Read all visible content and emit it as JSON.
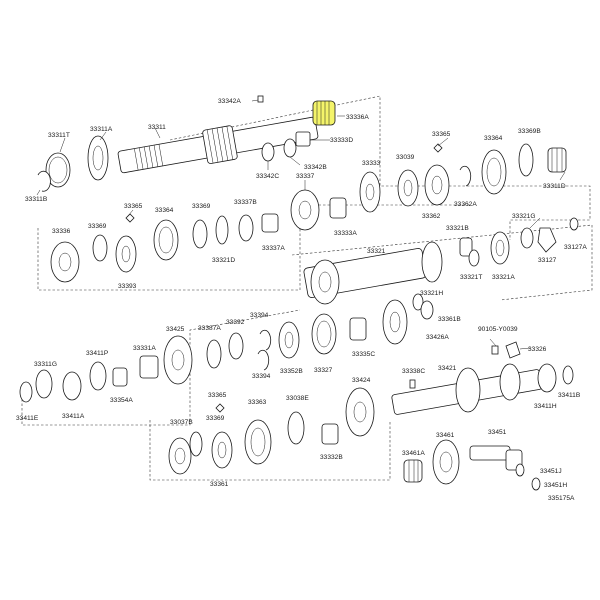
{
  "colors": {
    "background": "#ffffff",
    "line": "#1a1a1a",
    "highlight": "#f4f46a"
  },
  "highlighted_part": "33336A",
  "figure_code": "335175A",
  "labels": {
    "l33342A": "33342A",
    "l33311": "33311",
    "l33311A": "33311A",
    "l33311T": "33311T",
    "l33311B": "33311B",
    "l33336A": "33336A",
    "l33333D": "33333D",
    "l33342B": "33342B",
    "l33342C": "33342C",
    "l33337": "33337",
    "l33333": "33333",
    "l33039": "33039",
    "l33365a": "33365",
    "l33364a": "33364",
    "l33369Ba": "33369B",
    "l33311D": "33311D",
    "l33362": "33362",
    "l33362A": "33362A",
    "l33336": "33336",
    "l33369a": "33369",
    "l33365b": "33365",
    "l33364b": "33364",
    "l33369b": "33369",
    "l33337B": "33337B",
    "l33321D": "33321D",
    "l33393": "33393",
    "l33337A": "33337A",
    "l33333A": "33333A",
    "l33321B": "33321B",
    "l33321G": "33321G",
    "l33127A": "33127A",
    "l33127": "33127",
    "l33321": "33321",
    "l33321T": "33321T",
    "l33321A": "33321A",
    "l33321H": "33321H",
    "l33361B": "33361B",
    "l33426A": "33426A",
    "l33335C": "33335C",
    "l90105": "90105-Y0039",
    "l33326": "33326",
    "l33425": "33425",
    "l33387A": "33387A",
    "l33392": "33392",
    "l33394a": "33394",
    "l33394b": "33394",
    "l33331A": "33331A",
    "l33352B": "33352B",
    "l33327": "33327",
    "l33311G": "33311G",
    "l33411P": "33411P",
    "l33354A": "33354A",
    "l33411A": "33411A",
    "l33411E": "33411E",
    "l33424": "33424",
    "l33338C": "33338C",
    "l33421": "33421",
    "l33411H": "33411H",
    "l33411B": "33411B",
    "l33365c": "33365",
    "l33038E": "33038E",
    "l33037B": "33037B",
    "l33369c": "33369",
    "l33363": "33363",
    "l33361": "33361",
    "l33332B": "33332B",
    "l33461A": "33461A",
    "l33461": "33461",
    "l33451": "33451",
    "l33451J": "33451J",
    "l33451H": "33451H",
    "l335175A": "335175A"
  }
}
